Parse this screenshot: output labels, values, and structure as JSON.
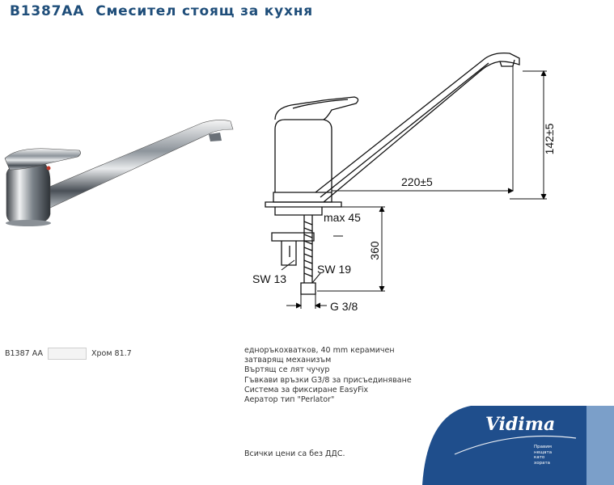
{
  "header": {
    "code": "B1387AA",
    "name": "Смесител стоящ за кухня"
  },
  "drawing": {
    "dim_spout_reach": "220±5",
    "dim_spout_height": "142±5",
    "dim_max_angle": "max 45",
    "dim_length": "360",
    "sw13": "SW 13",
    "sw19": "SW 19",
    "thread": "G 3/8"
  },
  "product_row": {
    "code": "B1387 AA",
    "finish": "Хром",
    "price": "81.7"
  },
  "features": [
    "еднoръкохватков, 40 mm керамичен",
    "затварящ механизъм",
    "Въртящ се лят чучур",
    "Гъвкави връзки G3/8 за присъединяване",
    "Система за фиксиране EasyFix",
    "Аератор тип \"Perlator\""
  ],
  "footer_note": "Всички цени са без ДДС.",
  "logo": {
    "brand": "Vidima",
    "tagline": [
      "Правим",
      "нещата",
      "като",
      "хората"
    ],
    "colors": {
      "primary": "#1f4e8c",
      "side": "#7b9fc9"
    }
  },
  "colors": {
    "title": "#1f4e7a",
    "chrome": "#9aa0a6"
  }
}
